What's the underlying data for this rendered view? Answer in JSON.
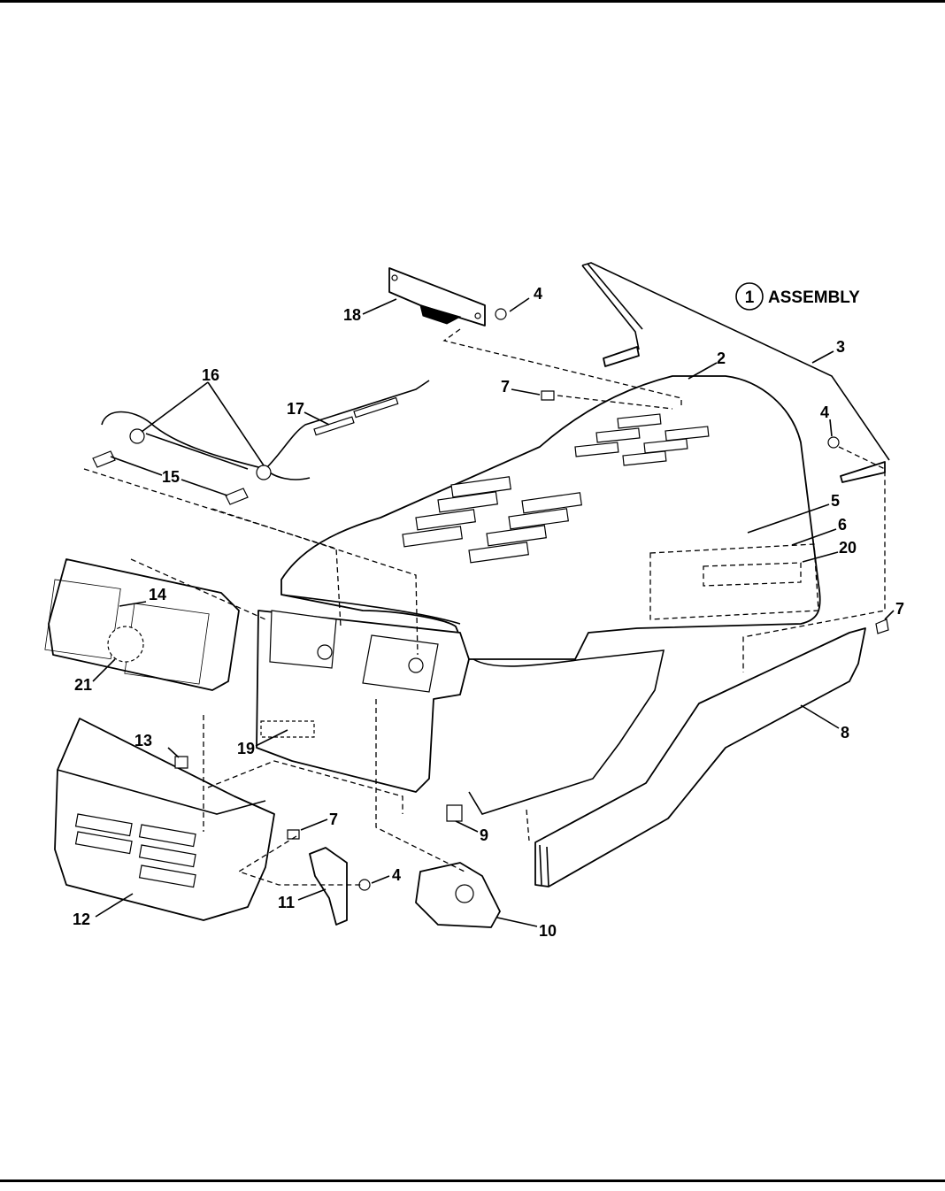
{
  "assembly": {
    "number": "1",
    "label": "ASSEMBLY"
  },
  "callouts": {
    "c2": "2",
    "c3": "3",
    "c4a": "4",
    "c4b": "4",
    "c4c": "4",
    "c5": "5",
    "c6": "6",
    "c7a": "7",
    "c7b": "7",
    "c7c": "7",
    "c8": "8",
    "c9": "9",
    "c10": "10",
    "c11": "11",
    "c12": "12",
    "c13": "13",
    "c14": "14",
    "c15": "15",
    "c16": "16",
    "c17": "17",
    "c18": "18",
    "c19": "19",
    "c20": "20",
    "c21": "21"
  },
  "colors": {
    "ink": "#000000",
    "paper": "#ffffff"
  }
}
